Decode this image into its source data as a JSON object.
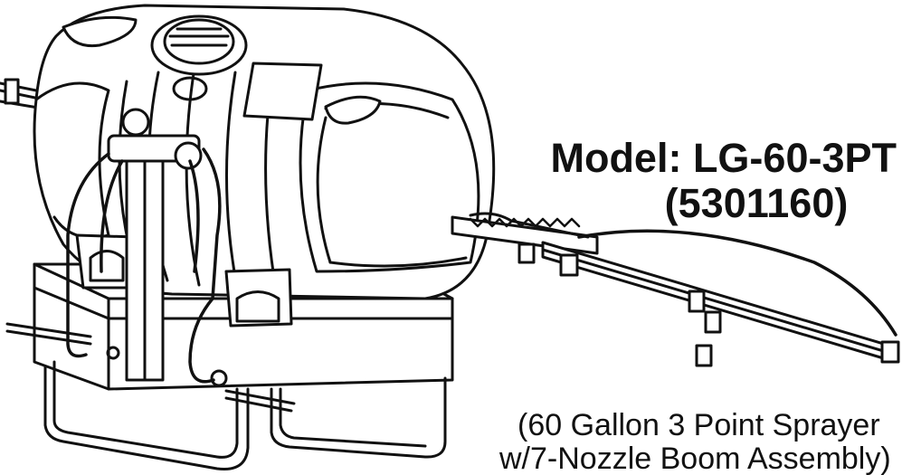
{
  "model": {
    "line1": "Model: LG-60-3PT",
    "line2": "(5301160)"
  },
  "description": {
    "line1": "(60 Gallon 3 Point Sprayer",
    "line2": "w/7-Nozzle Boom Assembly)"
  },
  "illustration": {
    "icon": "sprayer-line-drawing",
    "stroke_color": "#111111",
    "fill_color": "#ffffff"
  }
}
